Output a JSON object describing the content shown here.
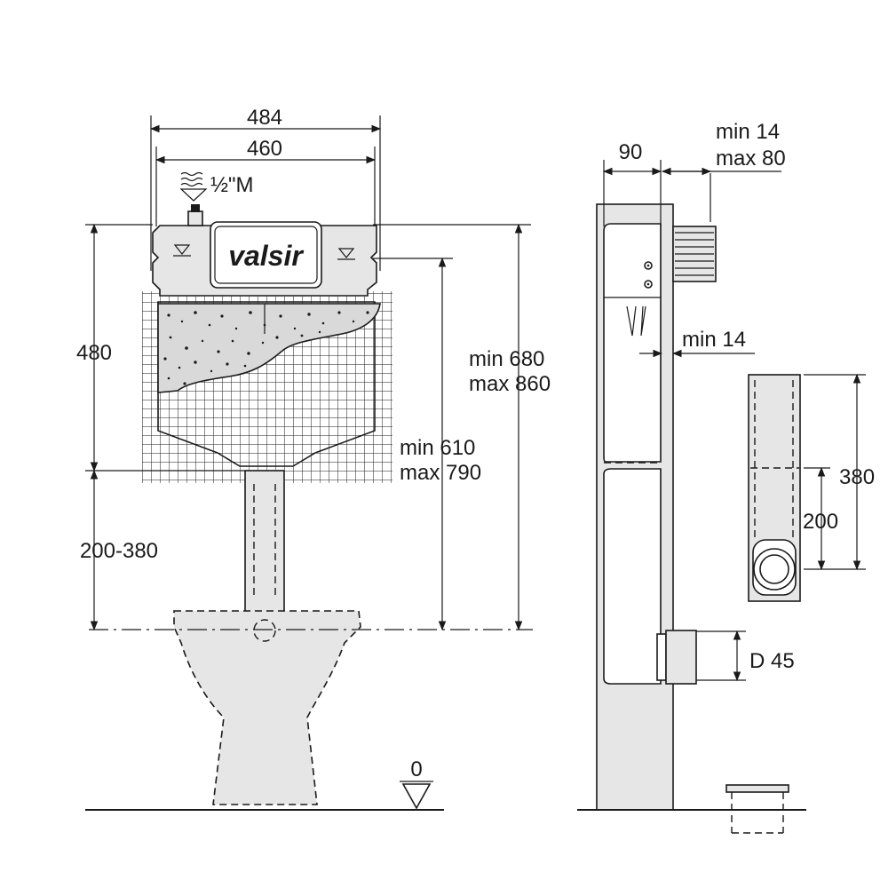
{
  "front_view": {
    "cistern_width_outer": "484",
    "cistern_width_inner": "460",
    "water_inlet": "½\"M",
    "brand": "valsir",
    "cistern_height": "480",
    "bowl_to_cistern": "200-380",
    "flush_height_line1": "min 610",
    "flush_height_line2": "max 790",
    "top_height_line1": "min 680",
    "top_height_line2": "max 860",
    "floor_level": "0"
  },
  "side_view": {
    "depth": "90",
    "wall_range_line1": "min 14",
    "wall_range_line2": "max 80",
    "wall_min": "min 14",
    "pipe_diameter": "D 45"
  },
  "detail_view": {
    "pipe_length": "380",
    "pipe_offset": "200"
  },
  "colors": {
    "line": "#1a1a1a",
    "fill": "#e6e6e6",
    "background": "#ffffff"
  }
}
